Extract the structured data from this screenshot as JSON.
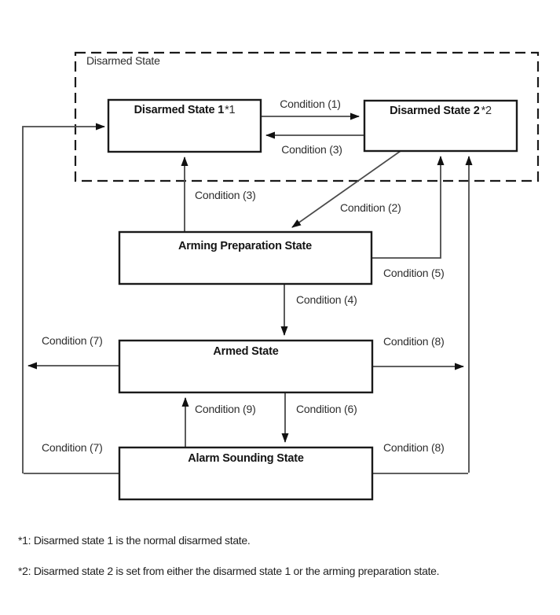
{
  "colors": {
    "background": "#ffffff",
    "box_border": "#1a1a1a",
    "connector_line": "#4a4a4a",
    "text": "#222222"
  },
  "diagram": {
    "group_label": "Disarmed State",
    "states": {
      "disarmed1": {
        "label": "Disarmed State 1",
        "ref": "*1"
      },
      "disarmed2": {
        "label": "Disarmed State 2",
        "ref": "*2"
      },
      "arming_prep": {
        "label": "Arming Preparation State"
      },
      "armed": {
        "label": "Armed State"
      },
      "alarm": {
        "label": "Alarm Sounding State"
      }
    },
    "labels": {
      "cond1": "Condition (1)",
      "cond2": "Condition (2)",
      "cond3_between": "Condition (3)",
      "cond3_up": "Condition (3)",
      "cond4": "Condition (4)",
      "cond5": "Condition (5)",
      "cond6": "Condition (6)",
      "cond7_armed": "Condition (7)",
      "cond7_alarm": "Condition (7)",
      "cond8_armed": "Condition (8)",
      "cond8_alarm": "Condition (8)",
      "cond9": "Condition (9)"
    }
  },
  "footnotes": {
    "note1": "*1: Disarmed state 1 is the normal disarmed state.",
    "note2": "*2: Disarmed state 2 is set from either the disarmed state 1 or the arming preparation state."
  }
}
